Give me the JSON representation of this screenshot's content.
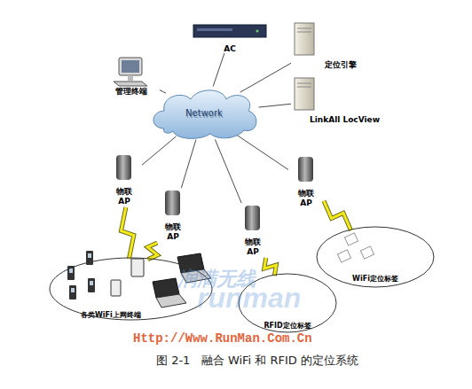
{
  "diagram": {
    "caption": "图 2-1   融合 WiFi 和 RFID 的定位系统",
    "nodes": [
      {
        "text": [
          "AC"
        ]
      },
      {
        "text": [
          "管理终端"
        ]
      },
      {
        "text": [
          "定位引擎"
        ]
      },
      {
        "text": [
          "Network"
        ]
      },
      {
        "text": [
          "LinkAll LocView"
        ]
      },
      {
        "text": [
          "物联 AP"
        ]
      },
      {
        "text": [
          "物联 AP"
        ]
      },
      {
        "text": [
          "物联 AP"
        ]
      },
      {
        "text": [
          "物联 AP"
        ]
      },
      {
        "text": [
          "各类WiFi上网终端"
        ]
      },
      {
        "text": [
          "RFID定位标签"
        ]
      },
      {
        "text": [
          "WiFi定位标签"
        ]
      }
    ],
    "edges": [
      {
        "from": 3,
        "to": 0,
        "arrow": "none"
      },
      {
        "from": 3,
        "to": 1,
        "arrow": "none"
      },
      {
        "from": 3,
        "to": 2,
        "arrow": "none"
      },
      {
        "from": 3,
        "to": 4,
        "arrow": "none"
      },
      {
        "from": 3,
        "to": 5,
        "arrow": "none"
      },
      {
        "from": 3,
        "to": 6,
        "arrow": "none"
      },
      {
        "from": 3,
        "to": 7,
        "arrow": "none"
      },
      {
        "from": 3,
        "to": 8,
        "arrow": "none"
      },
      {
        "from": 5,
        "to": 9,
        "arrow": "none"
      },
      {
        "from": 6,
        "to": 9,
        "arrow": "none"
      },
      {
        "from": 7,
        "to": 10,
        "arrow": "none"
      },
      {
        "from": 8,
        "to": 11,
        "arrow": "none"
      }
    ],
    "labels": [
      "Http://Www.RunMan.Com.Cn",
      "润满无线",
      "runman"
    ]
  }
}
